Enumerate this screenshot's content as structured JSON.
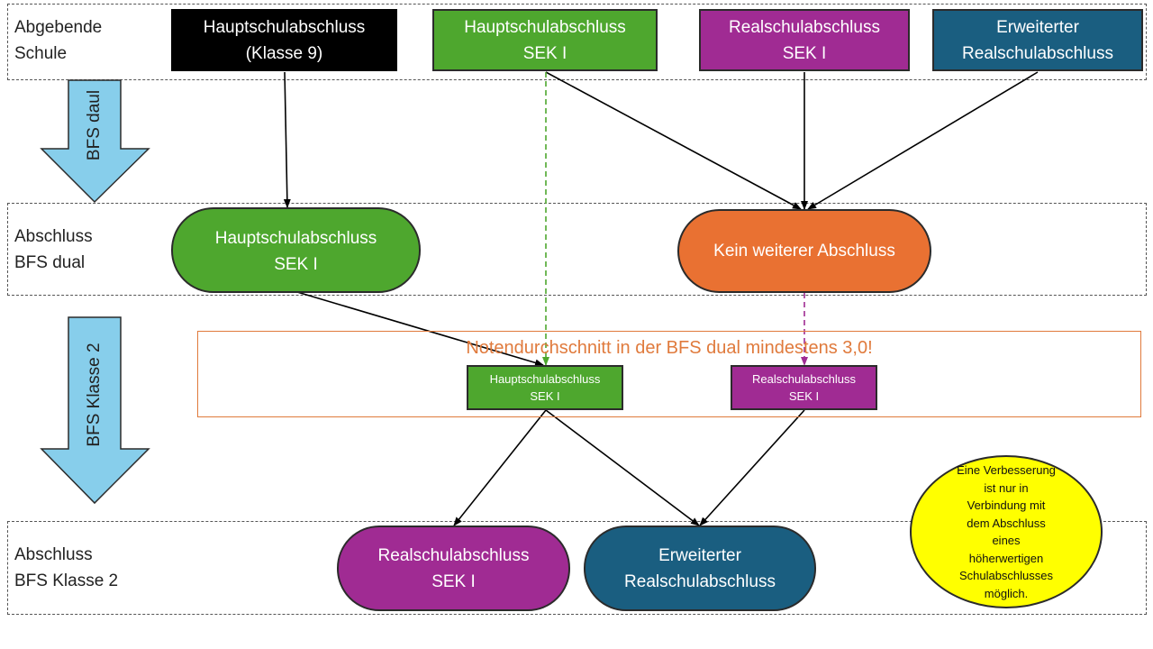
{
  "rows": {
    "school": "Abgebende\nSchule",
    "bfs_dual": "Abschluss\nBFS dual",
    "bfs_klasse2": "Abschluss\nBFS Klasse 2"
  },
  "stage_arrows": {
    "first": "BFS daul",
    "second": "BFS Klasse 2"
  },
  "source_boxes": {
    "haupt9": "Hauptschulabschluss\n(Klasse 9)",
    "haupt_sek": "Hauptschulabschluss\nSEK I",
    "real_sek": "Realschulabschluss\nSEK I",
    "erweitert": "Erweiterter\nRealschulabschluss"
  },
  "dual_results": {
    "haupt_sek": "Hauptschulabschluss\nSEK I",
    "kein": "Kein weiterer Abschluss"
  },
  "condition": {
    "text": "Notendurchschnitt in der BFS dual mindestens 3,0!",
    "haupt_sek": "Hauptschulabschluss\nSEK I",
    "real_sek": "Realschulabschluss\nSEK I"
  },
  "final_results": {
    "real_sek": "Realschulabschluss\nSEK I",
    "erweitert": "Erweiterter\nRealschulabschluss"
  },
  "note": "Eine Verbesserung\nist nur in\nVerbindung mit\ndem Abschluss\neines\nhöherwertigen\nSchulabschlusses\nmöglich.",
  "colors": {
    "black": "#000000",
    "green": "#4EA72E",
    "purple": "#A02B93",
    "teal": "#1A5E80",
    "orange": "#E97132",
    "light_blue": "#87CEEB",
    "yellow": "#FFFF00",
    "dashed_green": "#4EA72E",
    "dashed_purple": "#A02B93"
  }
}
